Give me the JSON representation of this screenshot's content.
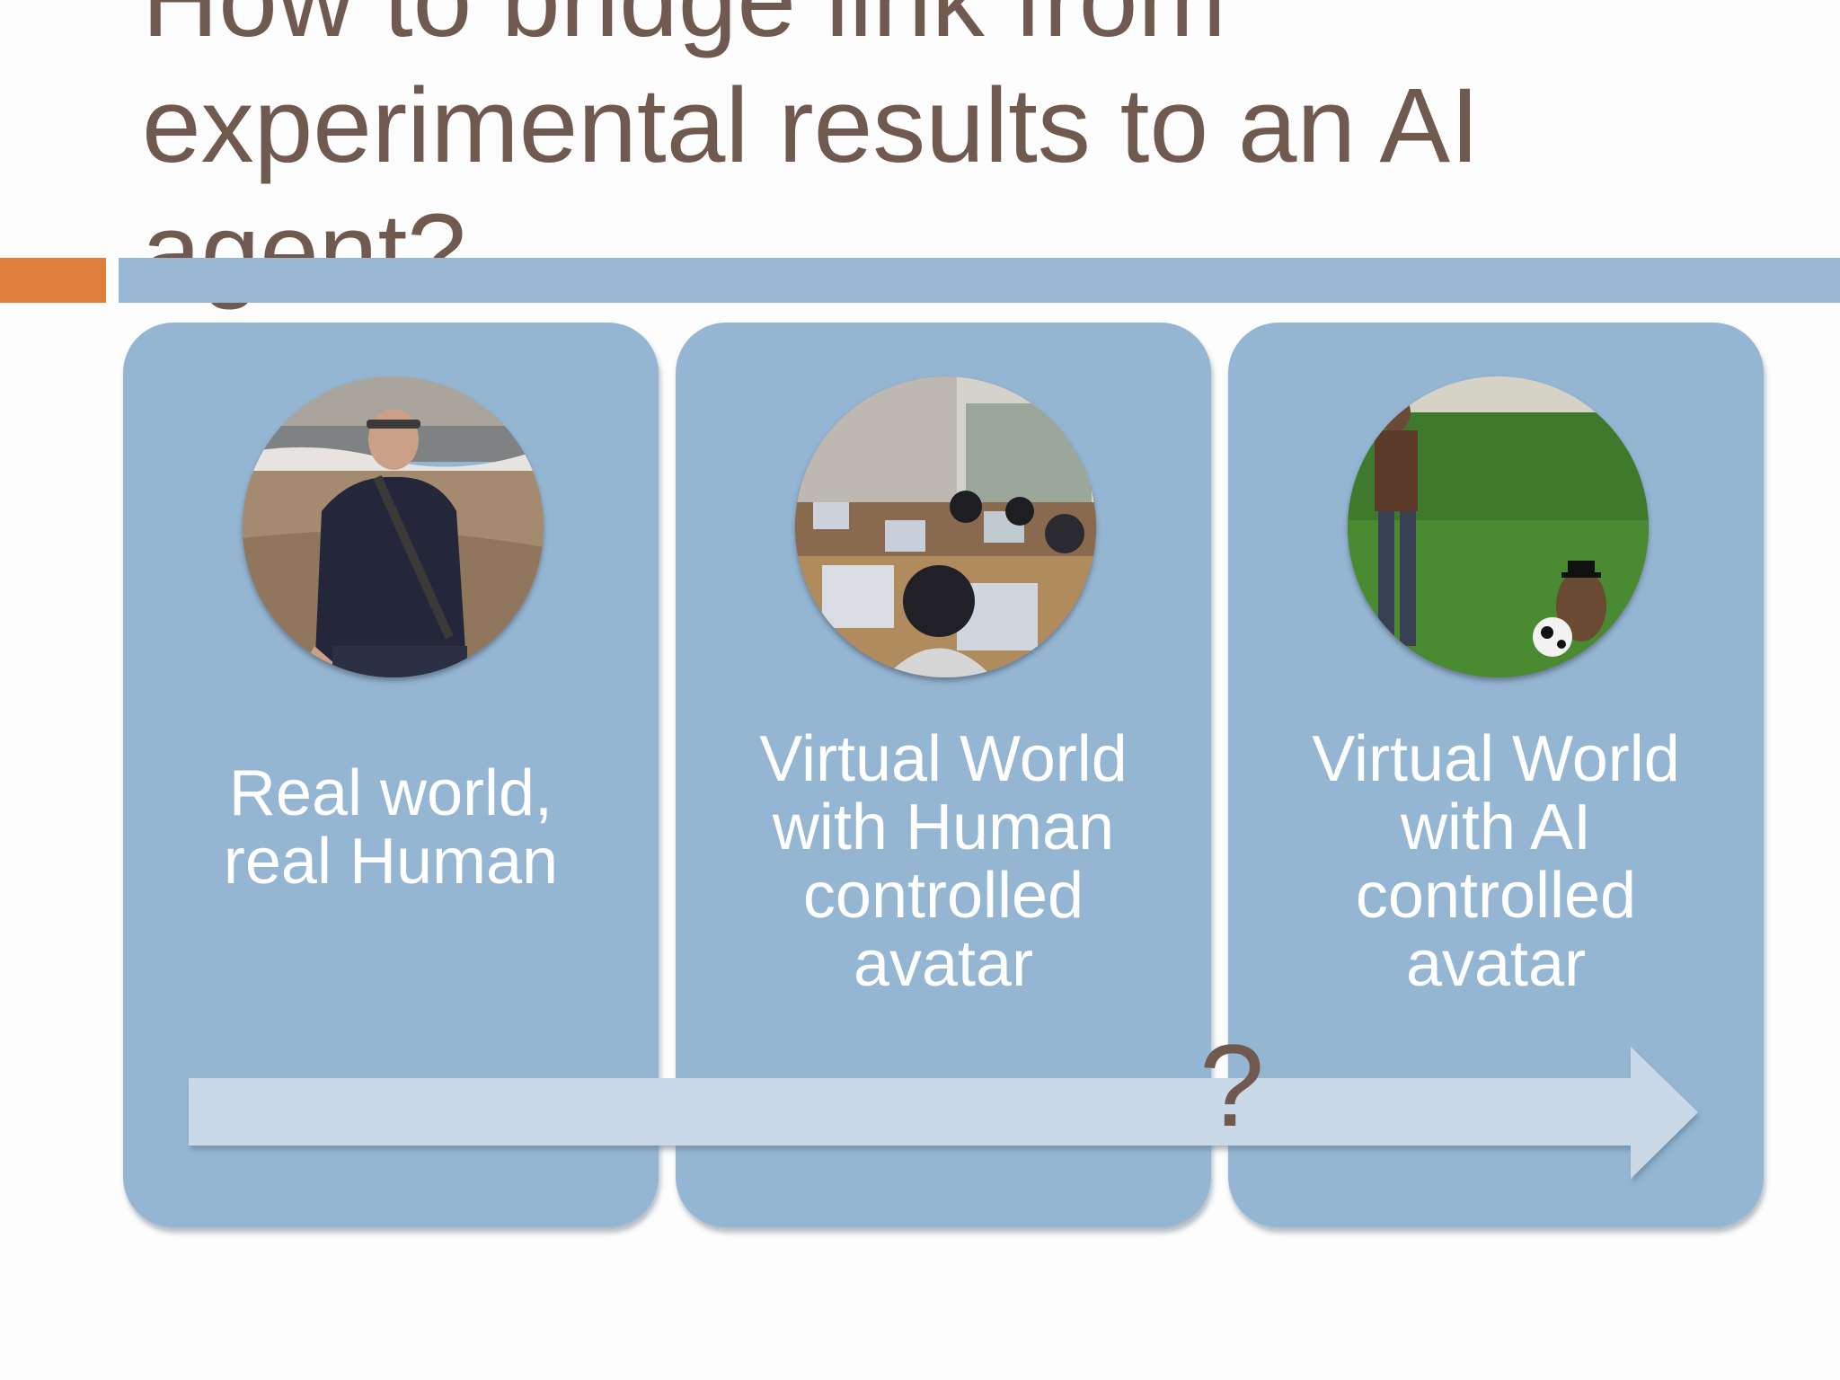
{
  "slide": {
    "title_lines": [
      "How to bridge link from",
      "experimental results to an AI",
      "agent?"
    ]
  },
  "cards": [
    {
      "label": "Real world, real Human",
      "image": "person-on-beach-photo"
    },
    {
      "label": "Virtual World with Human controlled avatar",
      "image": "computer-lab-photo"
    },
    {
      "label": "Virtual World with AI controlled avatar",
      "image": "virtual-world-avatar-photo"
    }
  ],
  "arrow": {
    "label": "?"
  },
  "colors": {
    "title": "#705a50",
    "accent_orange": "#e07c3c",
    "accent_blue": "#97b7d4",
    "card": "#95b6d3",
    "arrow": "#c9d9e7"
  }
}
